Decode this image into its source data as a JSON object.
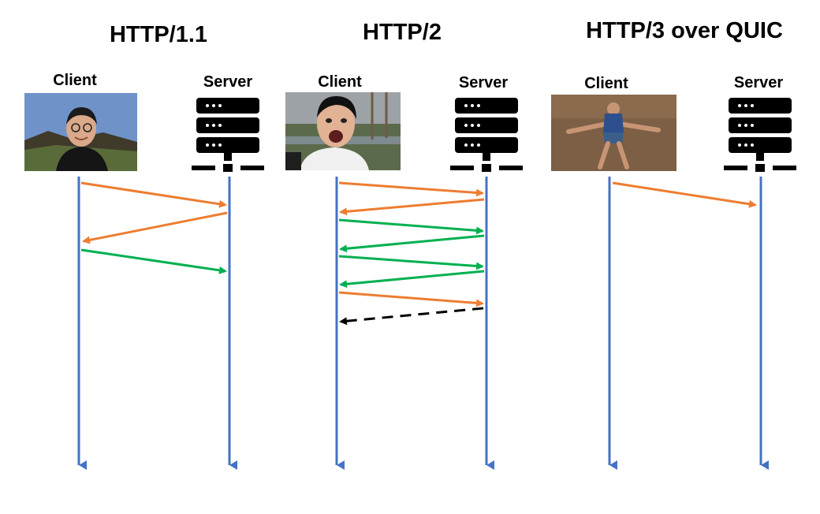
{
  "panels": [
    {
      "title": "HTTP/1.1",
      "client_label": "Client",
      "server_label": "Server",
      "photo_colors": {
        "sky": "#6f92c9",
        "ground": "#3f3a2a",
        "shirt": "#151515",
        "skin": "#d9a98a"
      }
    },
    {
      "title": "HTTP/2",
      "client_label": "Client",
      "server_label": "Server",
      "photo_colors": {
        "sky": "#9da2a6",
        "ground": "#5c6a4c",
        "shirt": "#f0f0f0",
        "skin": "#e2b294"
      }
    },
    {
      "title": "HTTP/3 over QUIC",
      "client_label": "Client",
      "server_label": "Server",
      "photo_colors": {
        "sky": "#8b6a4e",
        "ground": "#7d5f45",
        "shirt": "#2d4f8e",
        "skin": "#c89574"
      }
    }
  ],
  "icons": {
    "client": "person-photo",
    "server": "server-rack-icon"
  },
  "colors": {
    "timeline": "#4472c4",
    "orange_message": "#ed7d31",
    "green_message": "#00b050",
    "dashed_message": "#000000"
  }
}
